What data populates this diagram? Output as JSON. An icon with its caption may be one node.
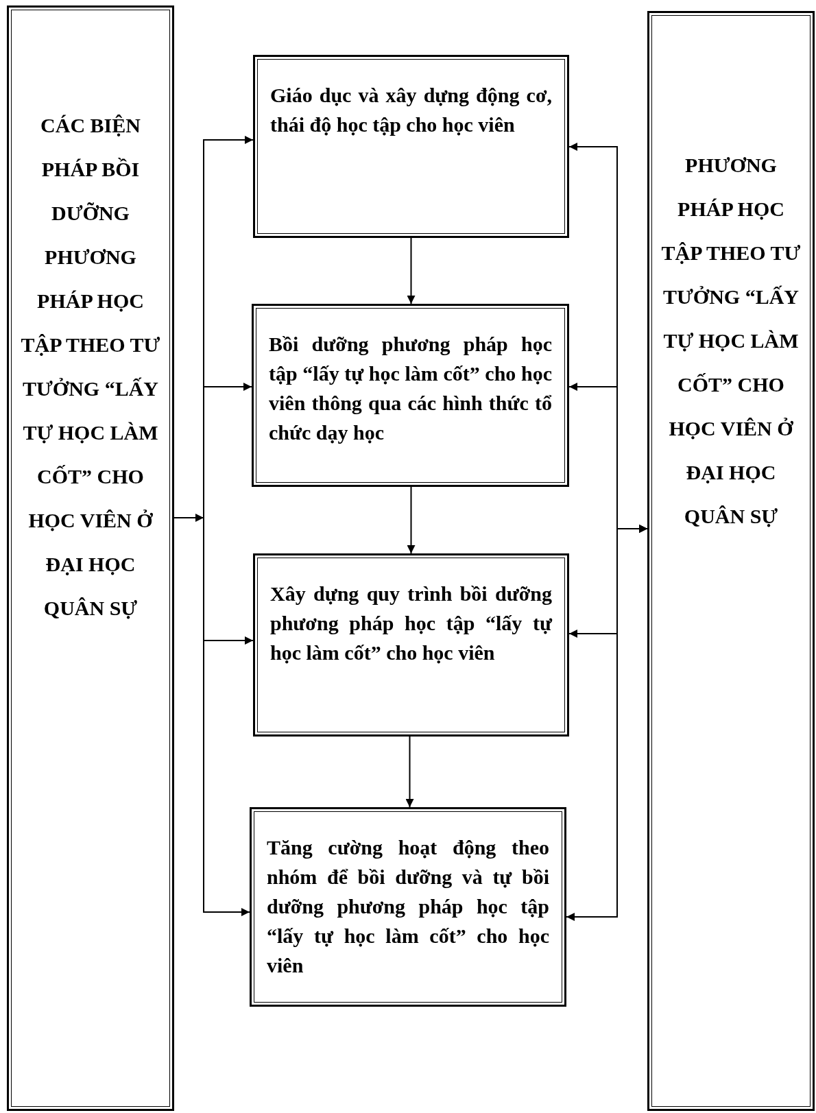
{
  "diagram": {
    "nodes": [
      {
        "text": [
          "CÁC BIỆN PHÁP BỒI DƯỠNG PHƯƠNG PHÁP HỌC TẬP THEO TƯ TƯỞNG “LẤY TỰ HỌC LÀM CỐT” CHO HỌC VIÊN Ở ĐẠI HỌC QUÂN SỰ"
        ]
      },
      {
        "text": [
          "Giáo dục và xây dựng động cơ, thái độ học tập cho học viên"
        ]
      },
      {
        "text": [
          "Bồi dưỡng phương pháp học tập “lấy tự học làm cốt” cho học viên thông qua các hình thức tổ chức dạy học"
        ]
      },
      {
        "text": [
          "Xây dựng quy trình bồi dưỡng phương pháp học tập “lấy tự học làm cốt” cho học viên"
        ]
      },
      {
        "text": [
          "Tăng cường hoạt động theo nhóm để bồi dưỡng và tự bồi dưỡng phương pháp học tập “lấy tự học làm cốt” cho học viên"
        ]
      },
      {
        "text": [
          "PHƯƠNG PHÁP HỌC TẬP THEO TƯ TƯỞNG “LẤY TỰ HỌC LÀM CỐT” CHO HỌC VIÊN Ở ĐẠI HỌC QUÂN SỰ"
        ]
      }
    ],
    "edges": [
      {
        "from": 0,
        "to": 1,
        "arrow": "to"
      },
      {
        "from": 0,
        "to": 2,
        "arrow": "to"
      },
      {
        "from": 0,
        "to": 3,
        "arrow": "to"
      },
      {
        "from": 0,
        "to": 4,
        "arrow": "to"
      },
      {
        "from": 1,
        "to": 2,
        "arrow": "to"
      },
      {
        "from": 2,
        "to": 3,
        "arrow": "to"
      },
      {
        "from": 3,
        "to": 4,
        "arrow": "to"
      },
      {
        "from": 5,
        "to": 1,
        "arrow": "both"
      },
      {
        "from": 5,
        "to": 2,
        "arrow": "both"
      },
      {
        "from": 5,
        "to": 3,
        "arrow": "both"
      },
      {
        "from": 5,
        "to": 4,
        "arrow": "both"
      }
    ]
  }
}
